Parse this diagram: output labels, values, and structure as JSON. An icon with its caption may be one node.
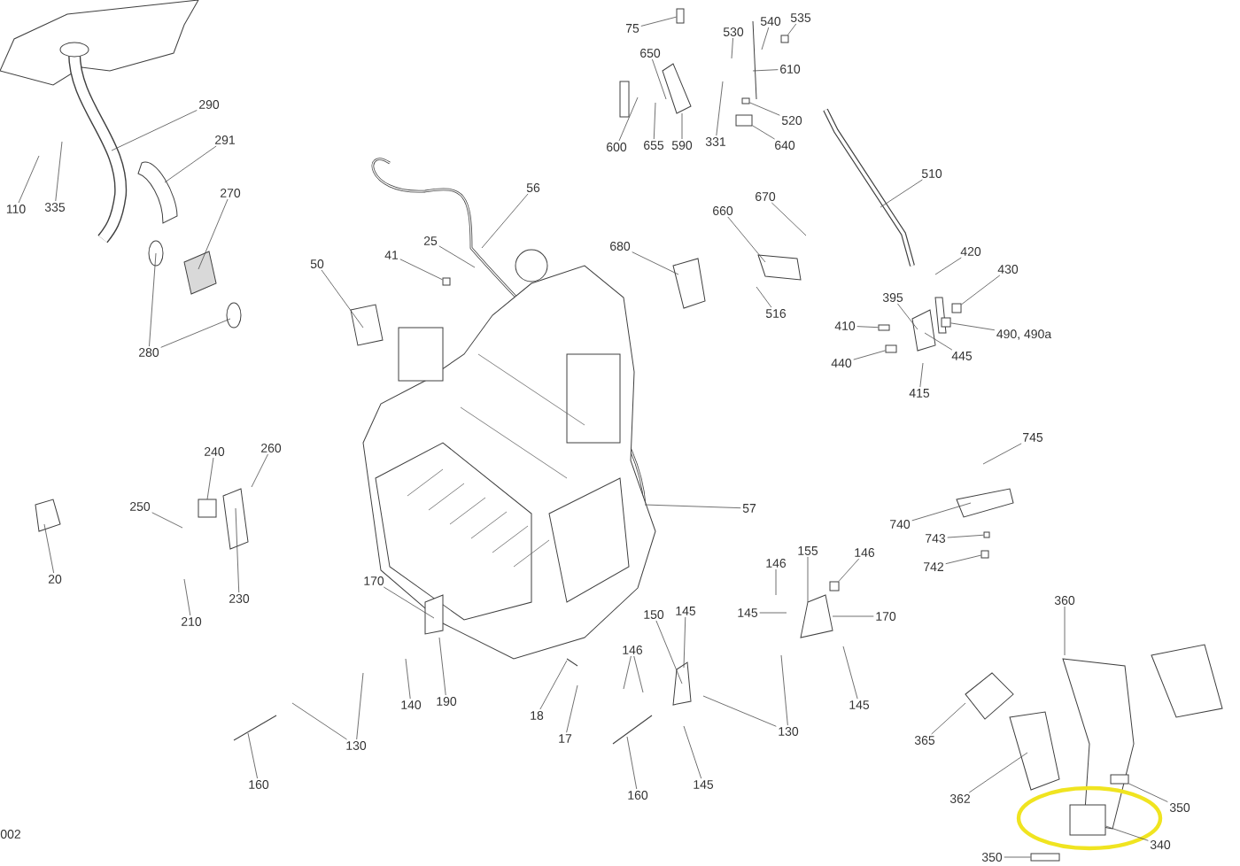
{
  "diagram": {
    "nodes": [
      {
        "text": [
          "75"
        ]
      },
      {
        "text": [
          "540"
        ]
      },
      {
        "text": [
          "535"
        ]
      },
      {
        "text": [
          "530"
        ]
      },
      {
        "text": [
          "650"
        ]
      },
      {
        "text": [
          "610"
        ]
      },
      {
        "text": [
          "290"
        ]
      },
      {
        "text": [
          "520"
        ]
      },
      {
        "text": [
          "291"
        ]
      },
      {
        "text": [
          "600"
        ]
      },
      {
        "text": [
          "655"
        ]
      },
      {
        "text": [
          "590"
        ]
      },
      {
        "text": [
          "331"
        ]
      },
      {
        "text": [
          "640"
        ]
      },
      {
        "text": [
          "510"
        ]
      },
      {
        "text": [
          "56"
        ]
      },
      {
        "text": [
          "270"
        ]
      },
      {
        "text": [
          "670"
        ]
      },
      {
        "text": [
          "110"
        ]
      },
      {
        "text": [
          "335"
        ]
      },
      {
        "text": [
          "660"
        ]
      },
      {
        "text": [
          "25"
        ]
      },
      {
        "text": [
          "41"
        ]
      },
      {
        "text": [
          "680"
        ]
      },
      {
        "text": [
          "420"
        ]
      },
      {
        "text": [
          "50"
        ]
      },
      {
        "text": [
          "430"
        ]
      },
      {
        "text": [
          "395"
        ]
      },
      {
        "text": [
          "516"
        ]
      },
      {
        "text": [
          "410"
        ]
      },
      {
        "text": [
          "490, 490a"
        ]
      },
      {
        "text": [
          "280"
        ]
      },
      {
        "text": [
          "445"
        ]
      },
      {
        "text": [
          "440"
        ]
      },
      {
        "text": [
          "415"
        ]
      },
      {
        "text": [
          "745"
        ]
      },
      {
        "text": [
          "260"
        ]
      },
      {
        "text": [
          "240"
        ]
      },
      {
        "text": [
          "250"
        ]
      },
      {
        "text": [
          "57"
        ]
      },
      {
        "text": [
          "740"
        ]
      },
      {
        "text": [
          "743"
        ]
      },
      {
        "text": [
          "155"
        ]
      },
      {
        "text": [
          "146"
        ]
      },
      {
        "text": [
          "146"
        ]
      },
      {
        "text": [
          "742"
        ]
      },
      {
        "text": [
          "20"
        ]
      },
      {
        "text": [
          "170"
        ]
      },
      {
        "text": [
          "230"
        ]
      },
      {
        "text": [
          "360"
        ]
      },
      {
        "text": [
          "145"
        ]
      },
      {
        "text": [
          "150"
        ]
      },
      {
        "text": [
          "145"
        ]
      },
      {
        "text": [
          "170"
        ]
      },
      {
        "text": [
          "210"
        ]
      },
      {
        "text": [
          "146"
        ]
      },
      {
        "text": [
          "190"
        ]
      },
      {
        "text": [
          "140"
        ]
      },
      {
        "text": [
          "145"
        ]
      },
      {
        "text": [
          "18"
        ]
      },
      {
        "text": [
          "130"
        ]
      },
      {
        "text": [
          "17"
        ]
      },
      {
        "text": [
          "365"
        ]
      },
      {
        "text": [
          "130"
        ]
      },
      {
        "text": [
          "160"
        ]
      },
      {
        "text": [
          "145"
        ]
      },
      {
        "text": [
          "160"
        ]
      },
      {
        "text": [
          "362"
        ]
      },
      {
        "text": [
          "350"
        ]
      },
      {
        "text": [
          "340"
        ]
      },
      {
        "text": [
          "350"
        ]
      },
      {
        "text": [],
        "shape": "box"
      },
      {
        "text": [],
        "shape": "box"
      },
      {
        "text": [],
        "shape": "box"
      },
      {
        "text": [],
        "shape": "box"
      },
      {
        "text": [],
        "shape": "box"
      },
      {
        "text": [],
        "shape": "box"
      },
      {
        "text": [],
        "shape": "box"
      },
      {
        "text": [],
        "shape": "box"
      },
      {
        "text": [],
        "shape": "box"
      },
      {
        "text": [],
        "shape": "box"
      },
      {
        "text": [],
        "shape": "box"
      },
      {
        "text": [],
        "shape": "box"
      },
      {
        "text": [],
        "shape": "box"
      },
      {
        "text": [],
        "shape": "box"
      },
      {
        "text": [],
        "shape": "box"
      }
    ],
    "edges": [
      {
        "from": 0,
        "to": 72,
        "arrow": "none"
      },
      {
        "from": 1,
        "to": null,
        "arrow": "none"
      },
      {
        "from": 2,
        "to": 74,
        "arrow": "none"
      },
      {
        "from": 3,
        "to": null,
        "arrow": "none"
      },
      {
        "from": 4,
        "to": null,
        "arrow": "none"
      },
      {
        "from": 5,
        "to": null,
        "arrow": "none"
      },
      {
        "from": 6,
        "to": null,
        "arrow": "none"
      },
      {
        "from": 7,
        "to": 83,
        "arrow": "none"
      },
      {
        "from": 8,
        "to": null,
        "arrow": "none"
      },
      {
        "from": 9,
        "to": null,
        "arrow": "none"
      },
      {
        "from": 10,
        "to": null,
        "arrow": "none"
      },
      {
        "from": 11,
        "to": null,
        "arrow": "none"
      },
      {
        "from": 12,
        "to": null,
        "arrow": "none"
      },
      {
        "from": 13,
        "to": 73,
        "arrow": "none"
      },
      {
        "from": 14,
        "to": null,
        "arrow": "none"
      },
      {
        "from": 15,
        "to": null,
        "arrow": "none"
      },
      {
        "from": 16,
        "to": null,
        "arrow": "none"
      },
      {
        "from": 17,
        "to": null,
        "arrow": "none"
      },
      {
        "from": 18,
        "to": null,
        "arrow": "none"
      },
      {
        "from": 19,
        "to": null,
        "arrow": "none"
      },
      {
        "from": 20,
        "to": null,
        "arrow": "none"
      },
      {
        "from": 21,
        "to": null,
        "arrow": "none"
      },
      {
        "from": 22,
        "to": 71,
        "arrow": "none"
      },
      {
        "from": 23,
        "to": null,
        "arrow": "none"
      },
      {
        "from": 24,
        "to": null,
        "arrow": "none"
      },
      {
        "from": 25,
        "to": null,
        "arrow": "none"
      },
      {
        "from": 26,
        "to": 84,
        "arrow": "none"
      },
      {
        "from": 27,
        "to": null,
        "arrow": "none"
      },
      {
        "from": 28,
        "to": null,
        "arrow": "none"
      },
      {
        "from": 29,
        "to": 76,
        "arrow": "none"
      },
      {
        "from": 30,
        "to": 78,
        "arrow": "none"
      },
      {
        "from": 31,
        "to": null,
        "arrow": "none"
      },
      {
        "from": 31,
        "to": null,
        "arrow": "none"
      },
      {
        "from": 32,
        "to": null,
        "arrow": "none"
      },
      {
        "from": 33,
        "to": 77,
        "arrow": "none"
      },
      {
        "from": 34,
        "to": null,
        "arrow": "none"
      },
      {
        "from": 35,
        "to": null,
        "arrow": "none"
      },
      {
        "from": 36,
        "to": null,
        "arrow": "none"
      },
      {
        "from": 37,
        "to": null,
        "arrow": "none"
      },
      {
        "from": 38,
        "to": null,
        "arrow": "none"
      },
      {
        "from": 39,
        "to": null,
        "arrow": "none"
      },
      {
        "from": 40,
        "to": null,
        "arrow": "none"
      },
      {
        "from": 41,
        "to": 85,
        "arrow": "none"
      },
      {
        "from": 42,
        "to": null,
        "arrow": "none"
      },
      {
        "from": 43,
        "to": null,
        "arrow": "none"
      },
      {
        "from": 44,
        "to": 75,
        "arrow": "none"
      },
      {
        "from": 45,
        "to": 79,
        "arrow": "none"
      },
      {
        "from": 46,
        "to": null,
        "arrow": "none"
      },
      {
        "from": 47,
        "to": null,
        "arrow": "none"
      },
      {
        "from": 48,
        "to": null,
        "arrow": "none"
      },
      {
        "from": 49,
        "to": null,
        "arrow": "none"
      },
      {
        "from": 50,
        "to": null,
        "arrow": "none"
      },
      {
        "from": 51,
        "to": null,
        "arrow": "none"
      },
      {
        "from": 52,
        "to": null,
        "arrow": "none"
      },
      {
        "from": 53,
        "to": null,
        "arrow": "none"
      },
      {
        "from": 54,
        "to": null,
        "arrow": "none"
      },
      {
        "from": 55,
        "to": null,
        "arrow": "none"
      },
      {
        "from": 55,
        "to": null,
        "arrow": "none"
      },
      {
        "from": 56,
        "to": null,
        "arrow": "none"
      },
      {
        "from": 57,
        "to": null,
        "arrow": "none"
      },
      {
        "from": 58,
        "to": null,
        "arrow": "none"
      },
      {
        "from": 59,
        "to": null,
        "arrow": "none"
      },
      {
        "from": 60,
        "to": null,
        "arrow": "none"
      },
      {
        "from": 60,
        "to": null,
        "arrow": "none"
      },
      {
        "from": 61,
        "to": null,
        "arrow": "none"
      },
      {
        "from": 62,
        "to": null,
        "arrow": "none"
      },
      {
        "from": 63,
        "to": null,
        "arrow": "none"
      },
      {
        "from": 63,
        "to": null,
        "arrow": "none"
      },
      {
        "from": 64,
        "to": null,
        "arrow": "none"
      },
      {
        "from": 65,
        "to": null,
        "arrow": "none"
      },
      {
        "from": 66,
        "to": null,
        "arrow": "none"
      },
      {
        "from": 67,
        "to": null,
        "arrow": "none"
      },
      {
        "from": 68,
        "to": 82,
        "arrow": "none"
      },
      {
        "from": 69,
        "to": 81,
        "arrow": "none"
      },
      {
        "from": 70,
        "to": 80,
        "arrow": "none"
      }
    ],
    "labels": [
      "002"
    ]
  }
}
